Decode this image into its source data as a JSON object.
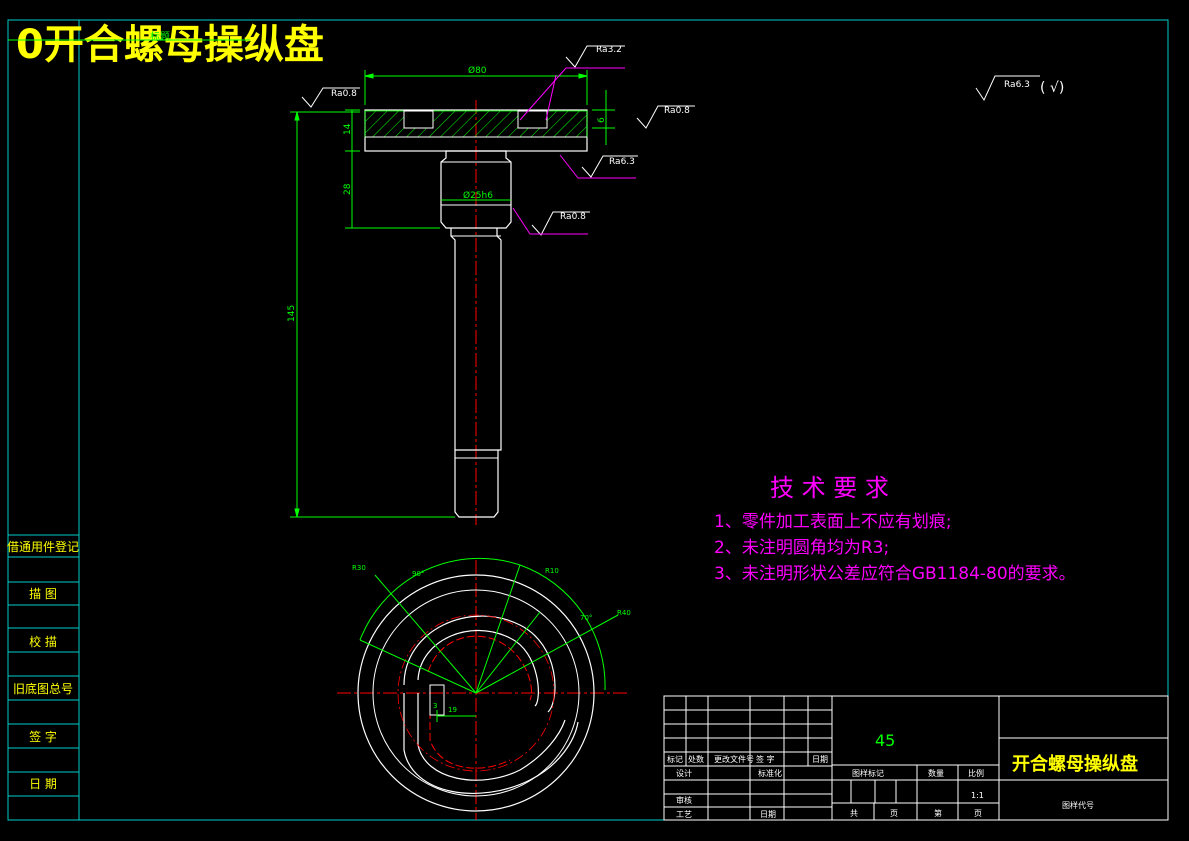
{
  "title": "0开合螺母操纵盘",
  "title_overlay": "标题",
  "colors": {
    "frame": "#00cccc",
    "outline": "#ffffff",
    "dimension": "#00ff00",
    "center": "#ff0000",
    "note": "#ff00ff",
    "title": "#ffff00"
  },
  "dims": {
    "d80": "Ø80",
    "d25": "Ø25h6",
    "h14": "14",
    "h28": "28",
    "h145": "145",
    "h6": "6",
    "r30": "R30",
    "r10": "R10",
    "r40": "R40",
    "a90": "90°",
    "a70": "70°",
    "d19": "19",
    "d3": "3"
  },
  "roughness": {
    "ra32": "Ra3.2",
    "ra08_left": "Ra0.8",
    "ra08_right": "Ra0.8",
    "ra63": "Ra6.3",
    "ra08_mid": "Ra0.8",
    "general": "Ra6.3",
    "general_suffix": "( √)"
  },
  "tech": {
    "heading": "技 术 要 求",
    "items": [
      "1、零件加工表面上不应有划痕;",
      "2、未注明圆角均为R3;",
      "3、未注明形状公差应符合GB1184-80的要求。"
    ]
  },
  "side_block": [
    "借通用件登记",
    "描  图",
    "校  描",
    "旧底图总号",
    "签  字",
    "日  期"
  ],
  "title_block": {
    "material": "45",
    "part_name": "开合螺母操纵盘",
    "drawing_code": "图样代号",
    "scale_value": "1:1",
    "headers": [
      "标记",
      "处数",
      "更改文件号",
      "签  字",
      "日期"
    ],
    "row_design": "设计",
    "row_std": "标准化",
    "row_review": "审核",
    "row_craft": "工艺",
    "row_date": "日期",
    "col_mark": "图样标记",
    "col_weight": "数量",
    "col_scale": "比例",
    "sheets_total": "共",
    "sheets_unit1": "页",
    "sheet_no": "第",
    "sheets_unit2": "页"
  }
}
